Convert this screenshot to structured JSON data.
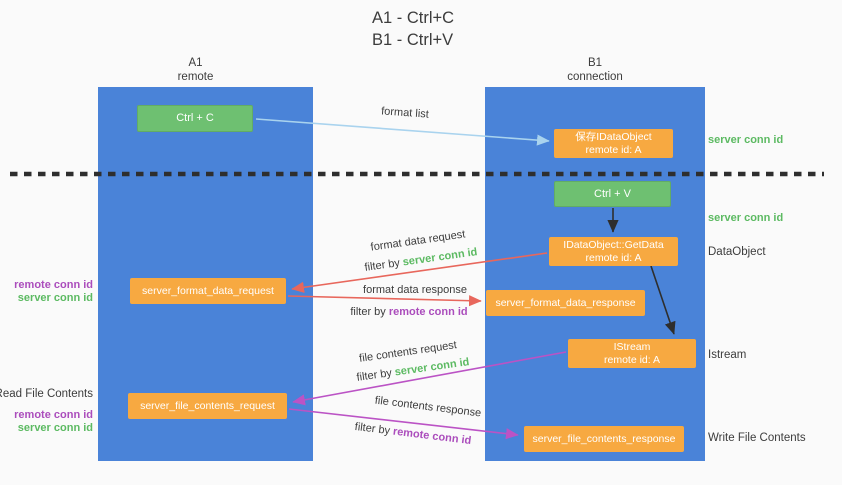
{
  "title": {
    "line1": "A1 - Ctrl+C",
    "line2": "B1 - Ctrl+V"
  },
  "lifelines": {
    "a1": {
      "name": "A1",
      "role": "remote"
    },
    "b1": {
      "name": "B1",
      "role": "connection"
    }
  },
  "nodes": {
    "ctrl_c": {
      "label": "Ctrl + C"
    },
    "save_dataobject": {
      "line1": "保存IDataObject",
      "line2": "remote id: A"
    },
    "ctrl_v": {
      "label": "Ctrl + V"
    },
    "getdata": {
      "line1": "IDataObject::GetData",
      "line2": "remote id: A"
    },
    "format_request": {
      "label": "server_format_data_request"
    },
    "format_response": {
      "label": "server_format_data_response"
    },
    "istream": {
      "line1": "IStream",
      "line2": "remote id: A"
    },
    "file_request": {
      "label": "server_file_contents_request"
    },
    "file_response": {
      "label": "server_file_contents_response"
    }
  },
  "arrow_labels": {
    "format_list": "format list",
    "format_data_request": "format data request",
    "format_data_request_filter_prefix": "filter by",
    "format_data_request_filter_key": "server conn id",
    "format_data_response": "format data response",
    "format_data_response_filter_prefix": "filter by",
    "format_data_response_filter_key": "remote conn id",
    "file_contents_request": "file contents request",
    "file_contents_request_filter_prefix": "filter by",
    "file_contents_request_filter_key": "server conn id",
    "file_contents_response": "file contents response",
    "file_contents_response_filter_prefix": "filter by",
    "file_contents_response_filter_key": "remote conn id"
  },
  "side_labels": {
    "right_server_conn_id_top": "server conn id",
    "right_server_conn_id_mid": "server conn id",
    "dataobject": "DataObject",
    "istream": "Istream",
    "write_file_contents": "Write File Contents",
    "left_remote_conn_id_top": "remote conn id",
    "left_server_conn_id_top": "server conn id",
    "read_file_contents": "Read File Contents",
    "left_remote_conn_id_bottom": "remote conn id",
    "left_server_conn_id_bottom": "server conn id"
  },
  "colors": {
    "lifeline_blue": "#4a83d8",
    "action_green": "#6ec071",
    "message_orange": "#f7a941",
    "arrow_red": "#e8675c",
    "arrow_magenta": "#bb53c5",
    "arrow_lightblue": "#a9d3ee",
    "arrow_black": "#2e2e2e",
    "text_green": "#5cba62",
    "text_purple": "#ab4dbc",
    "text_dark": "#3c3c3c",
    "bg": "#fafafa"
  }
}
